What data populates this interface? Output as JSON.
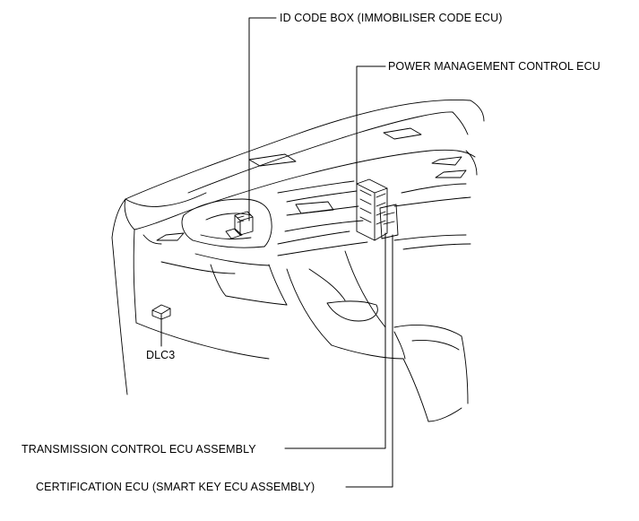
{
  "labels": {
    "id_code_box": "ID CODE BOX (IMMOBILISER CODE ECU)",
    "power_management": "POWER MANAGEMENT CONTROL ECU",
    "dlc3": "DLC3",
    "transmission_control": "TRANSMISSION CONTROL ECU ASSEMBLY",
    "certification": "CERTIFICATION ECU (SMART KEY ECU ASSEMBLY)"
  },
  "colors": {
    "line": "#000000",
    "background": "#ffffff"
  }
}
